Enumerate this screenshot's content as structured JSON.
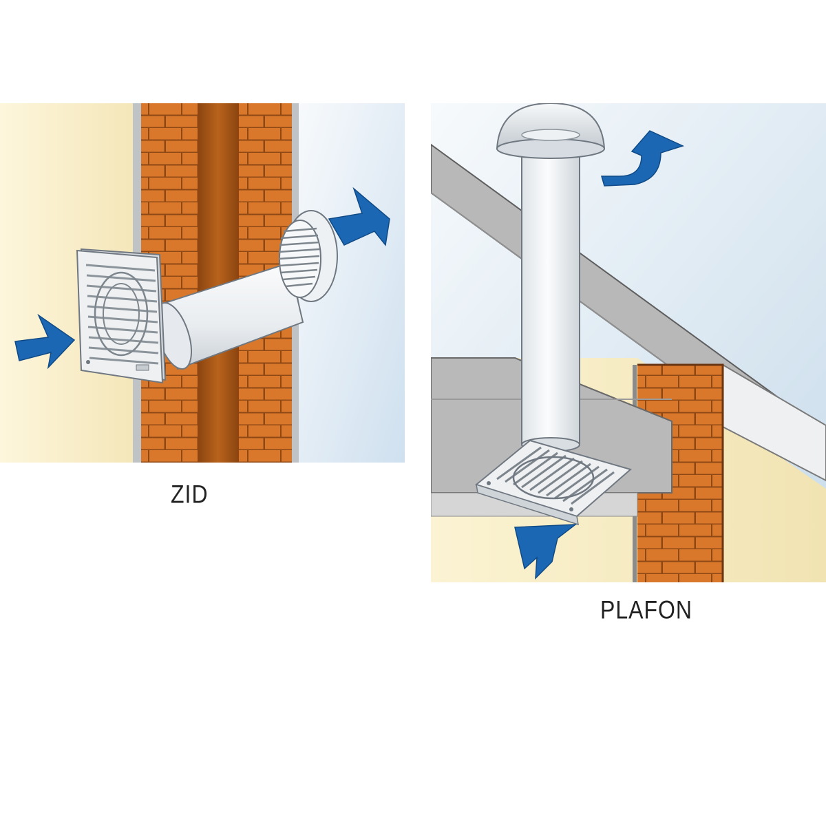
{
  "captions": {
    "wall": "ZID",
    "ceiling": "PLAFON"
  },
  "colors": {
    "brick": "#d9782a",
    "mortar": "#9a4d18",
    "cavity": "#a85612",
    "arrow": "#1b67b3",
    "room_wall": "#f7ecc3",
    "sky": "#e3edf6",
    "fan_grille": "#e4e7ea",
    "duct": "#f1f3f5",
    "roof_beam": "#b9b9b9"
  },
  "icons": [
    "airflow-arrow",
    "wall-fan",
    "ceiling-fan",
    "roof-cap",
    "outlet-grille"
  ]
}
